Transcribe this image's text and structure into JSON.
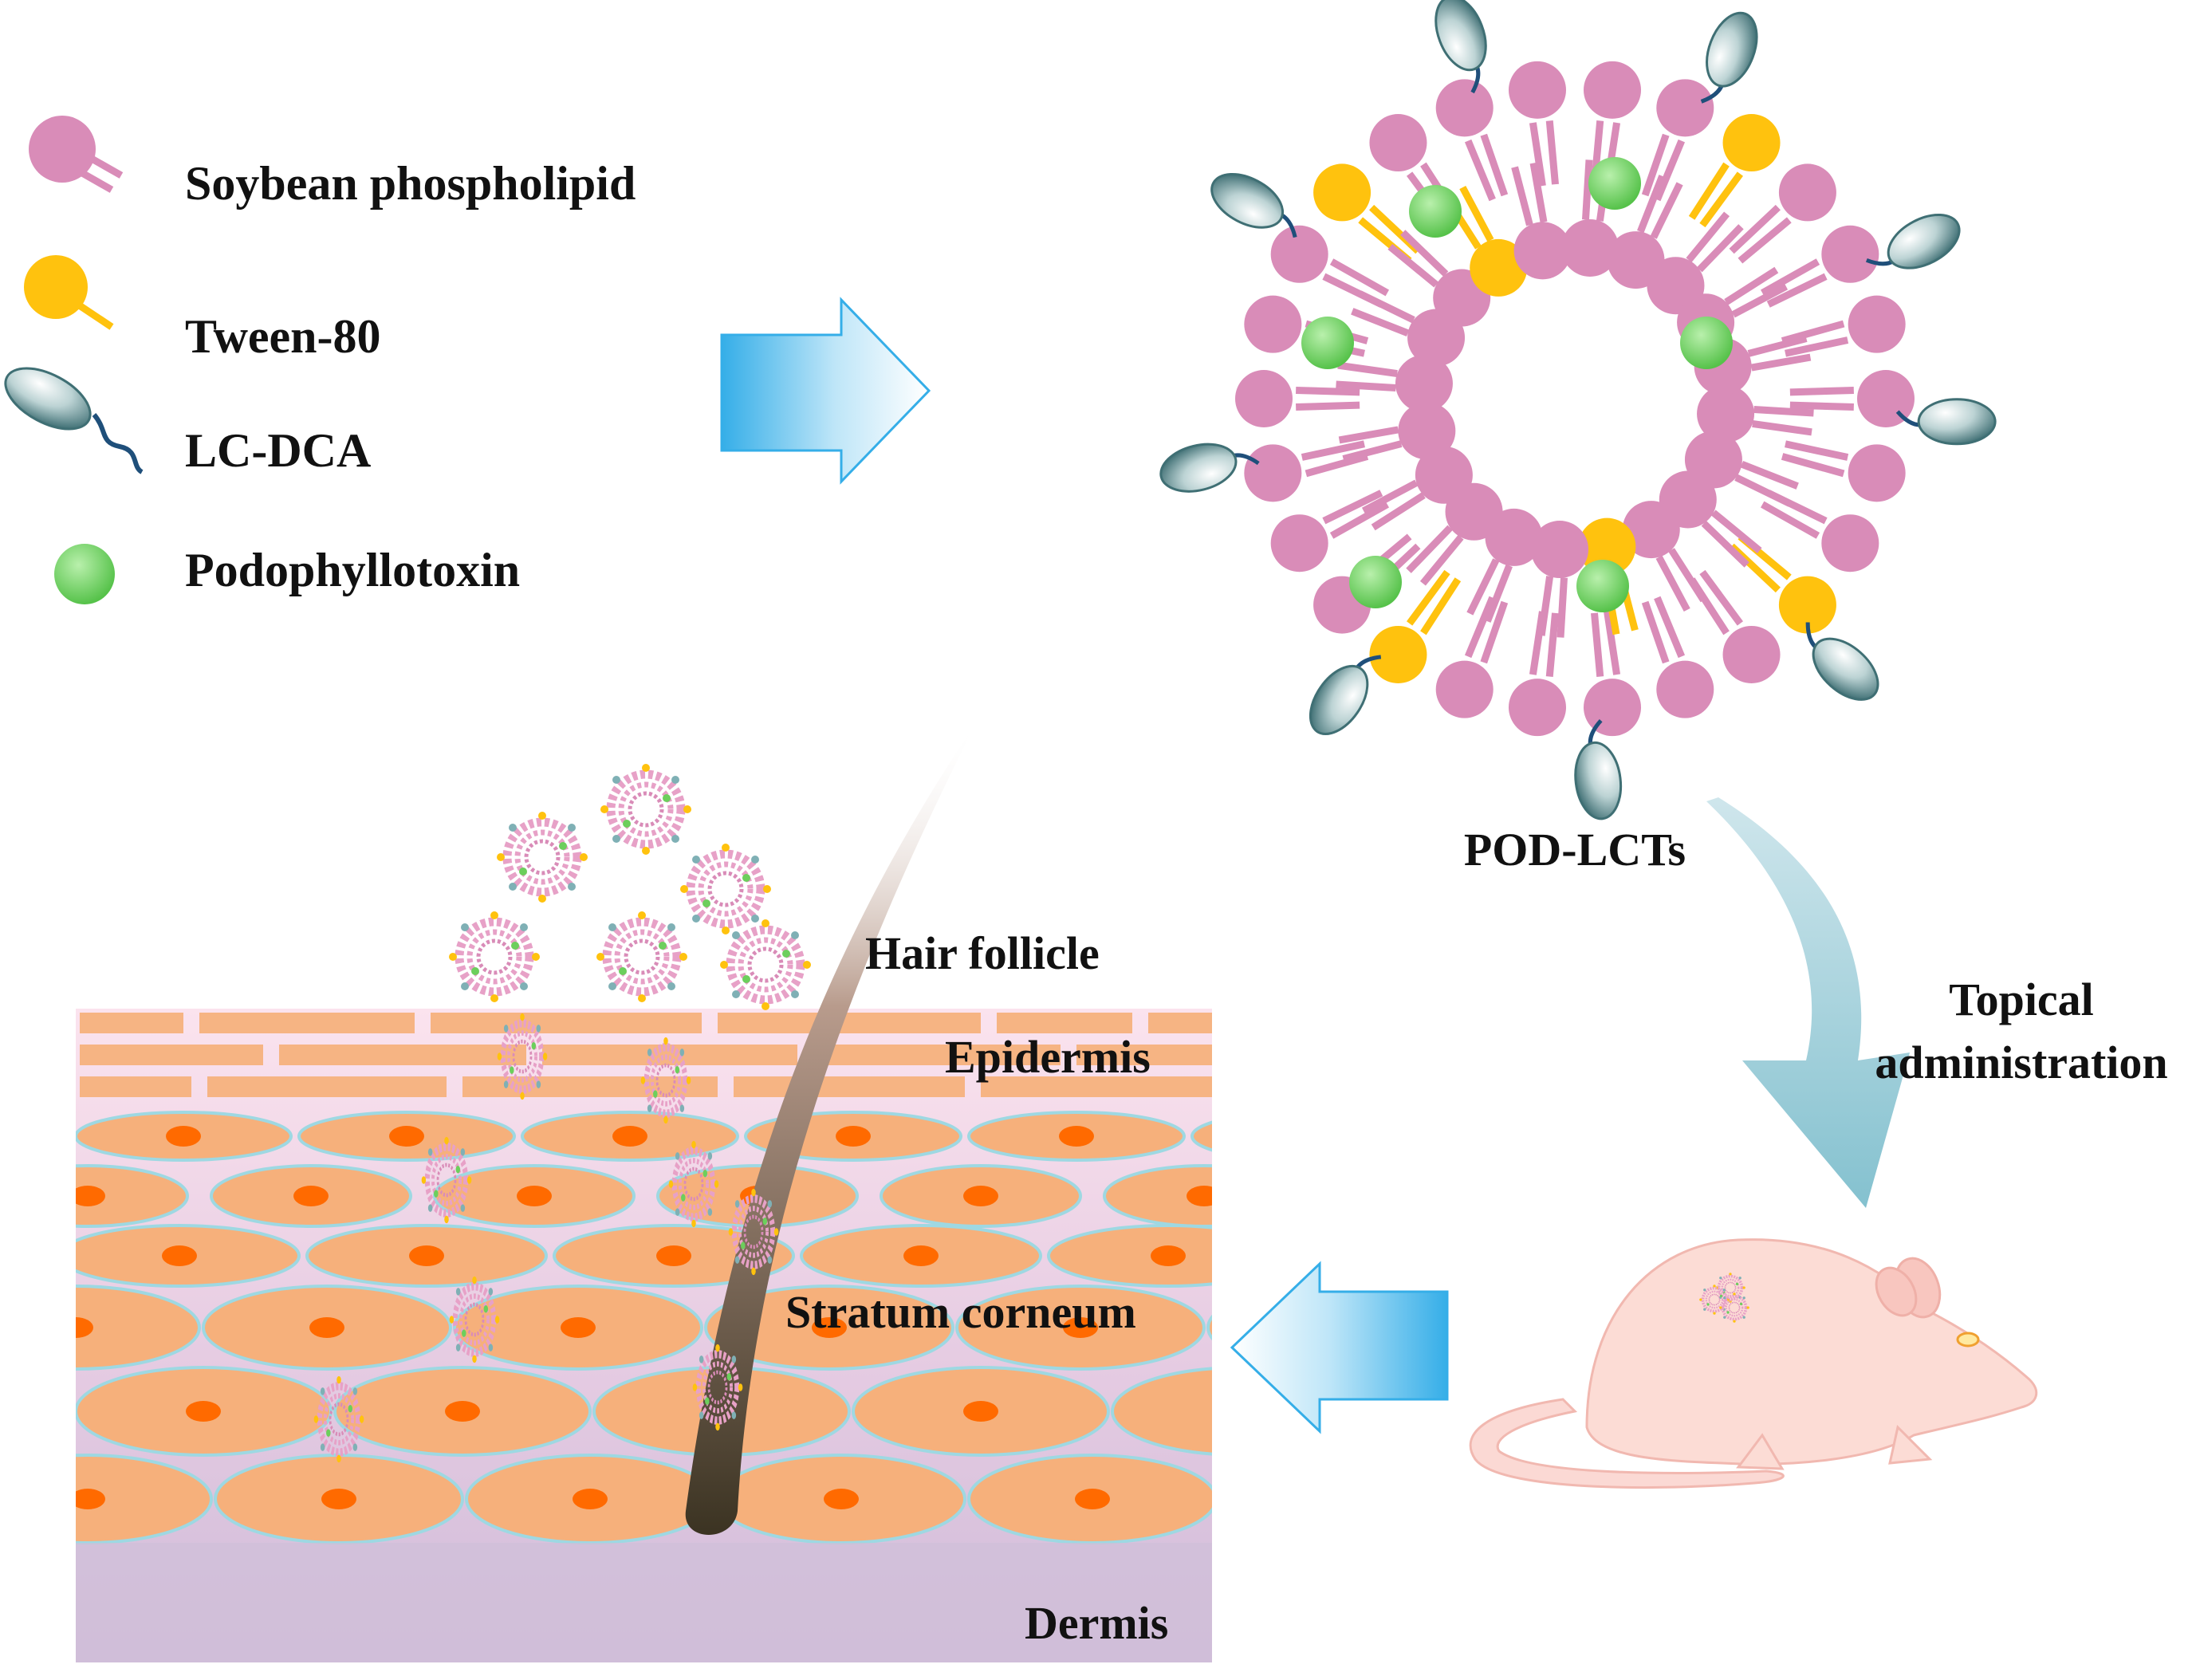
{
  "legend": {
    "items": [
      {
        "label": "Soybean phospholipid",
        "icon": "phospholipid-icon"
      },
      {
        "label": "Tween-80",
        "icon": "tween-icon"
      },
      {
        "label": "LC-DCA",
        "icon": "lc-dca-icon"
      },
      {
        "label": "Podophyllotoxin",
        "icon": "podophyllotoxin-icon"
      }
    ]
  },
  "nanoparticle": {
    "label": "POD-LCTs"
  },
  "route": {
    "line1": "Topical",
    "line2": "administration"
  },
  "skin": {
    "hair_follicle": "Hair follicle",
    "epidermis": "Epidermis",
    "stratum_corneum": "Stratum corneum",
    "dermis": "Dermis"
  },
  "colors": {
    "phospholipid": "#d98cb8",
    "tween": "#ffc20e",
    "lc_dca": "#5b8a8f",
    "podophyllotoxin": "#6ccf5c",
    "cell": "#f6b07b",
    "nucleus": "#ff6a00",
    "dermis": "#d8c4dd",
    "arrow_blue": "#48b8ee",
    "arrow_teal": "#8fc6d2"
  }
}
